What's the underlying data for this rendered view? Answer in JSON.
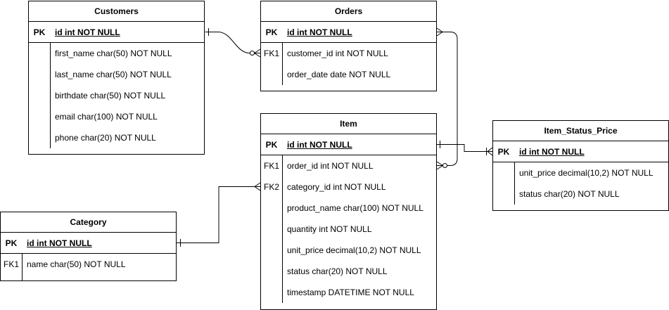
{
  "entities": {
    "customers": {
      "title": "Customers",
      "pk": {
        "key": "PK",
        "field": "id int NOT NULL"
      },
      "rows": [
        {
          "key": "",
          "field": "first_name char(50) NOT NULL"
        },
        {
          "key": "",
          "field": "last_name char(50) NOT NULL"
        },
        {
          "key": "",
          "field": "birthdate char(50) NOT NULL"
        },
        {
          "key": "",
          "field": "email char(100) NOT NULL"
        },
        {
          "key": "",
          "field": "phone char(20) NOT NULL"
        }
      ]
    },
    "orders": {
      "title": "Orders",
      "pk": {
        "key": "PK",
        "field": "id int NOT NULL"
      },
      "rows": [
        {
          "key": "FK1",
          "field": "customer_id int NOT NULL"
        },
        {
          "key": "",
          "field": "order_date date NOT NULL"
        }
      ]
    },
    "item": {
      "title": "Item",
      "pk": {
        "key": "PK",
        "field": "id int NOT NULL"
      },
      "rows": [
        {
          "key": "FK1",
          "field": "order_id int NOT NULL"
        },
        {
          "key": "FK2",
          "field": "category_id int NOT NULL"
        },
        {
          "key": "",
          "field": "product_name char(100) NOT NULL"
        },
        {
          "key": "",
          "field": "quantity int NOT NULL"
        },
        {
          "key": "",
          "field": "unit_price decimal(10,2) NOT NULL"
        },
        {
          "key": "",
          "field": "status char(20) NOT NULL"
        },
        {
          "key": "",
          "field": "timestamp DATETIME NOT NULL"
        }
      ]
    },
    "item_status_price": {
      "title": "Item_Status_Price",
      "pk": {
        "key": "PK",
        "field": "id int NOT NULL"
      },
      "rows": [
        {
          "key": "",
          "field": "unit_price decimal(10,2) NOT NULL"
        },
        {
          "key": "",
          "field": "status char(20) NOT NULL"
        }
      ]
    },
    "category": {
      "title": "Category",
      "pk": {
        "key": "PK",
        "field": "id int NOT NULL"
      },
      "rows": [
        {
          "key": "FK1",
          "field": "name char(50) NOT NULL"
        }
      ]
    }
  },
  "line_color": "#000000"
}
